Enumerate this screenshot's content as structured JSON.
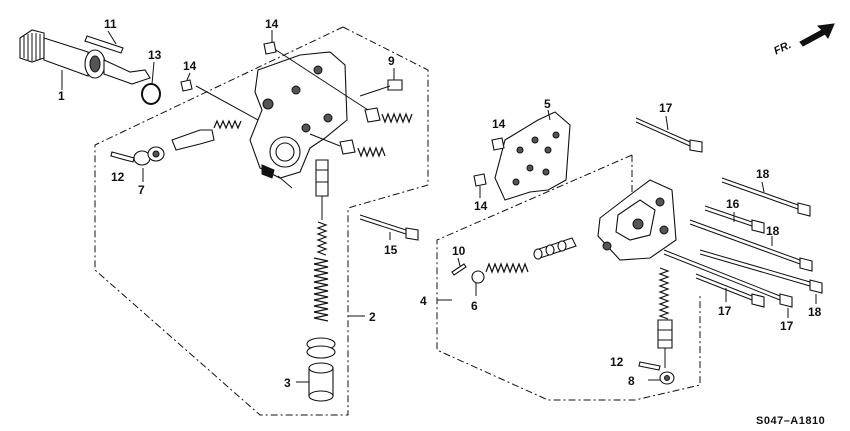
{
  "diagram": {
    "labels": [
      "1",
      "11",
      "13",
      "14",
      "14",
      "9",
      "12",
      "7",
      "14",
      "15",
      "2",
      "3",
      "5",
      "14",
      "10",
      "6",
      "4",
      "17",
      "18",
      "16",
      "18",
      "17",
      "17",
      "18",
      "12",
      "8"
    ],
    "code": "S047–A1810",
    "fr_label": "FR."
  }
}
